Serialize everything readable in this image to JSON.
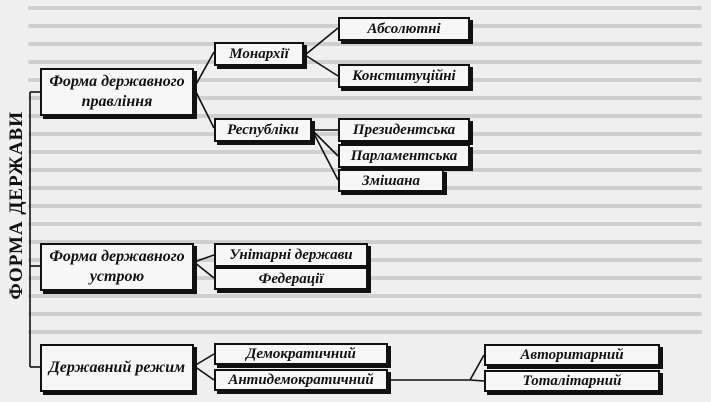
{
  "title": "ФОРМА ДЕРЖАВИ",
  "branches": {
    "governance_form": "Форма державного правління",
    "structure_form": "Форма державного устрою",
    "regime": "Державний режим"
  },
  "governance": {
    "monarchies": "Монархії",
    "absolute": "Абсолютні",
    "constitutional": "Конституційні",
    "republics": "Республіки",
    "presidential": "Президентська",
    "parliamentary": "Парламентська",
    "mixed": "Змішана"
  },
  "structure": {
    "unitary": "Унітарні держави",
    "federations": "Федерації"
  },
  "regime": {
    "democratic": "Демократичний",
    "antidemocratic": "Антидемократичний",
    "authoritarian": "Авторитарний",
    "totalitarian": "Тоталітарний"
  }
}
